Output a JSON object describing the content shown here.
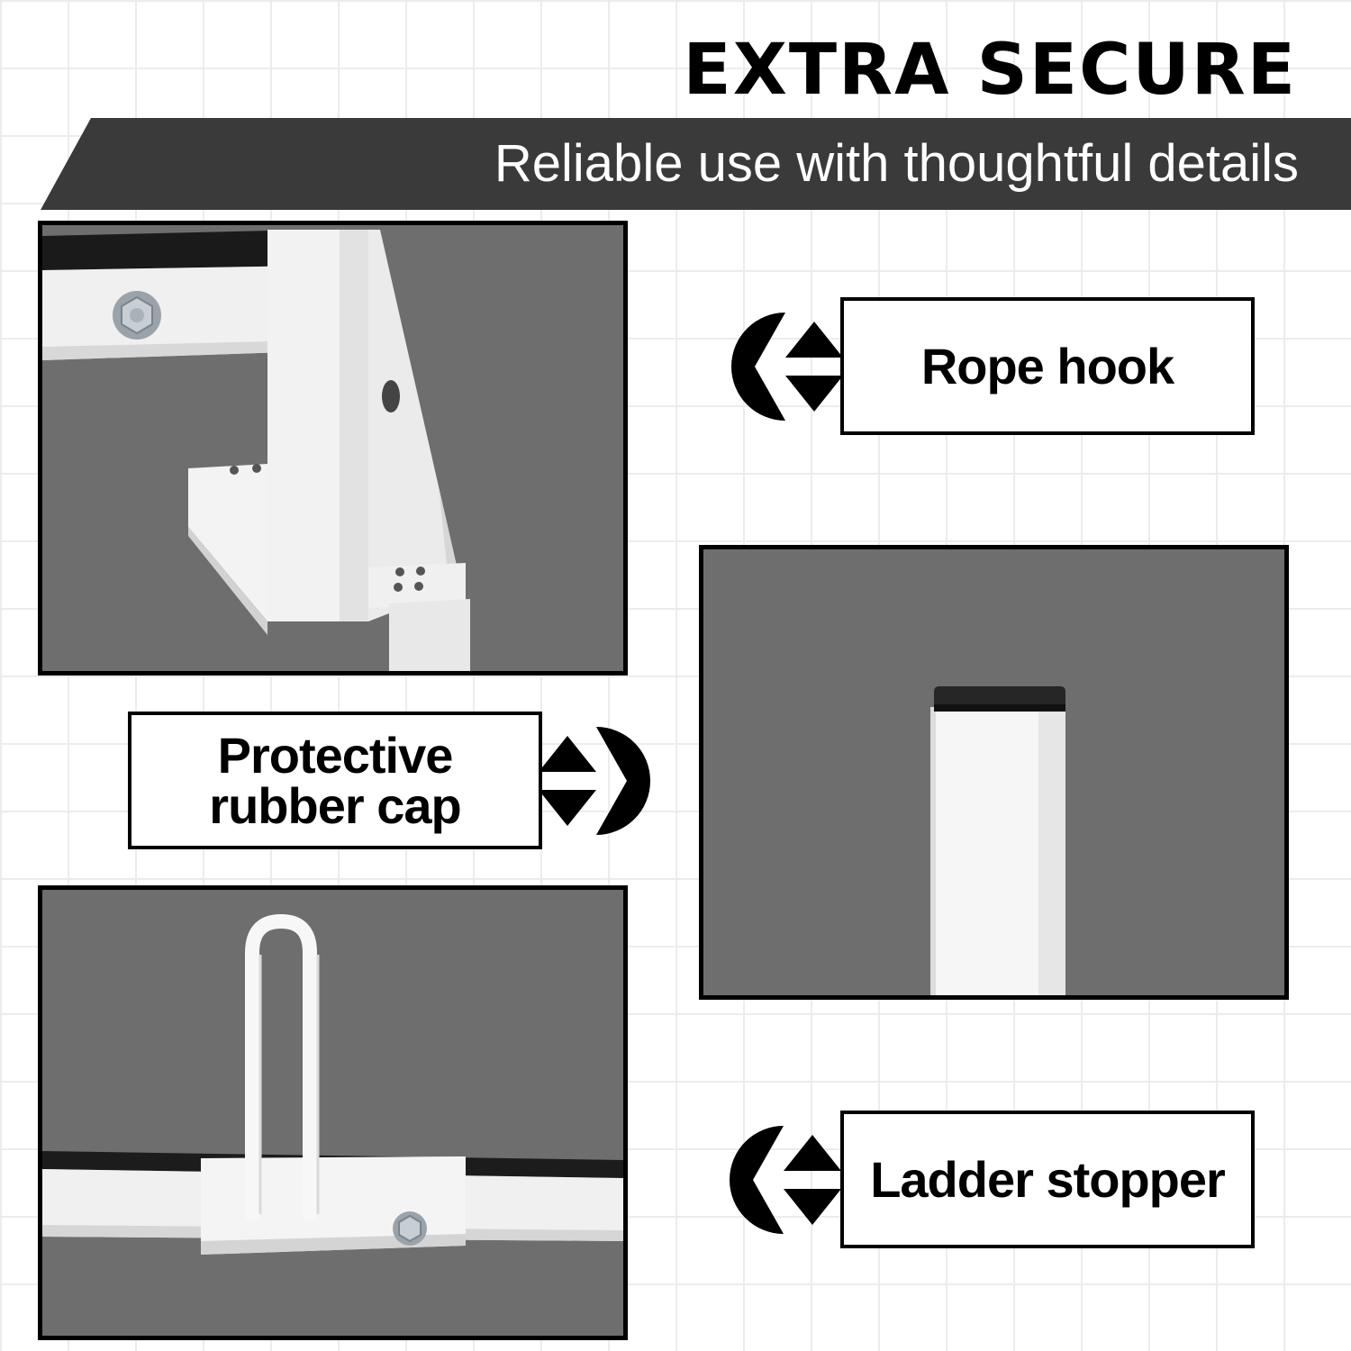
{
  "header": {
    "title": "EXTRA SECURE",
    "subtitle": "Reliable use with thoughtful details"
  },
  "callouts": [
    {
      "label": "Rope hook"
    },
    {
      "label": "Protective\nrubber cap"
    },
    {
      "label": "Ladder stopper"
    }
  ],
  "photos": [
    {
      "subject": "rope-hook-bracket"
    },
    {
      "subject": "protective-rubber-cap"
    },
    {
      "subject": "ladder-stopper"
    }
  ],
  "colors": {
    "banner": "#3a3a3a",
    "photo_background": "#6e6e6e",
    "metal": "#f2f2f2",
    "ink": "#000000"
  }
}
